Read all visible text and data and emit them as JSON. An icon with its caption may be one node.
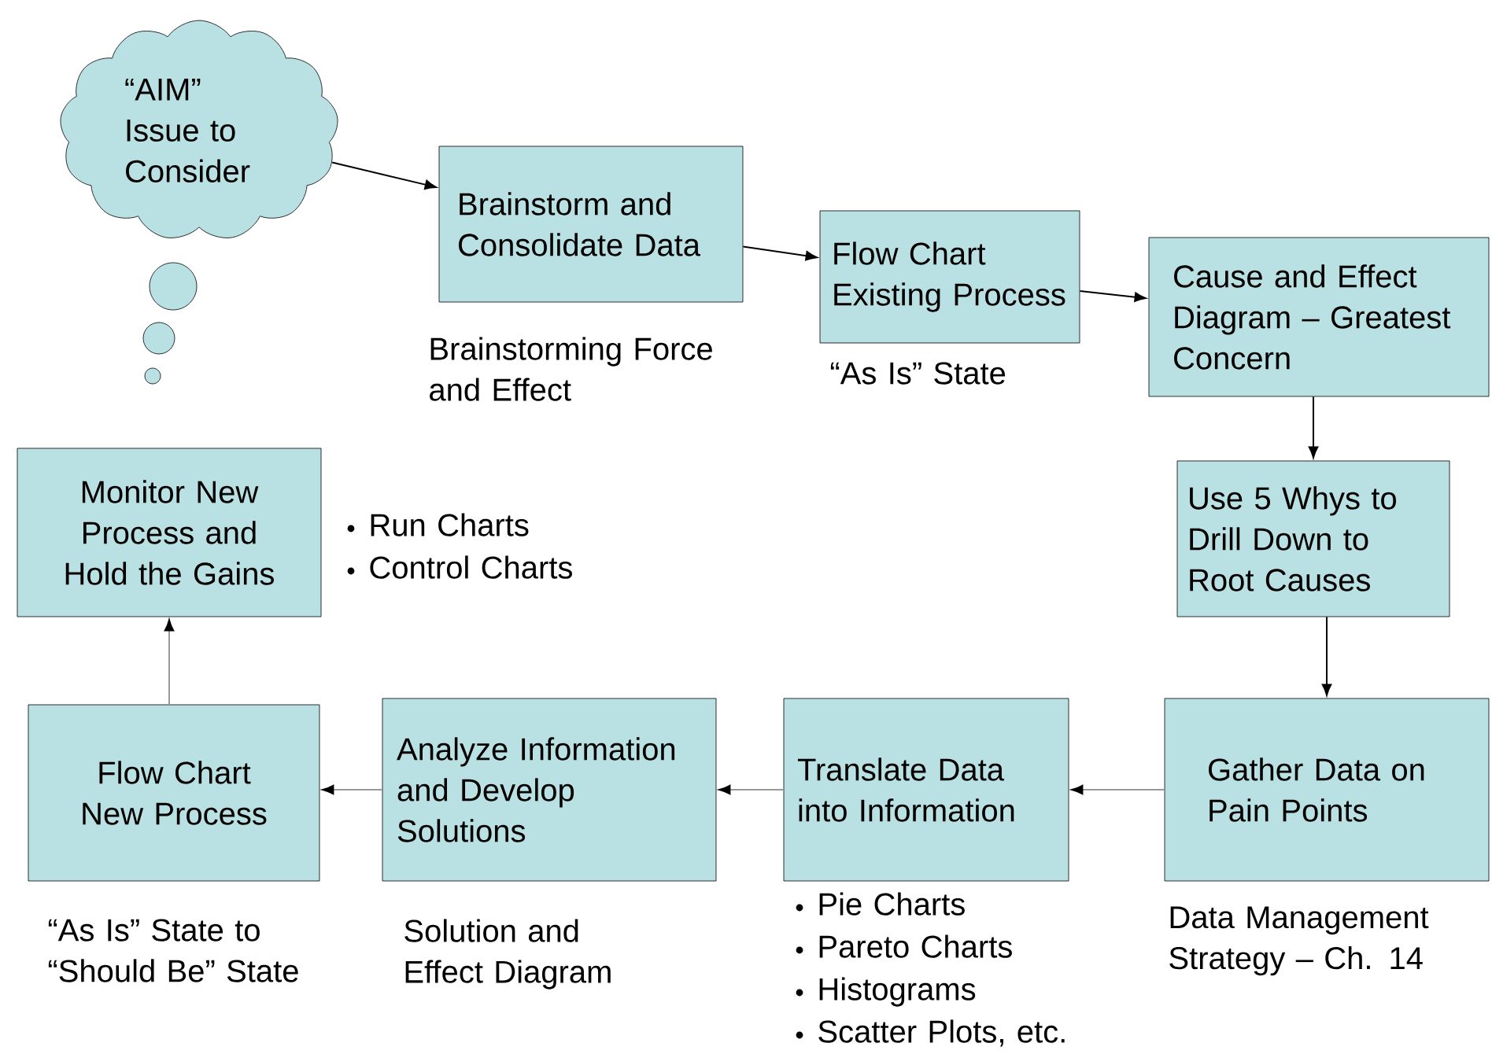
{
  "diagram": {
    "nodes": [
      {
        "text": [
          "“AIM” Issue to Consider"
        ]
      },
      {
        "text": [
          "Brainstorm and Consolidate Data"
        ],
        "beside": [
          "Brainstorming Force and Effect"
        ]
      },
      {
        "text": [
          "Flow Chart Existing Process"
        ],
        "beside": [
          "“As Is” State"
        ]
      },
      {
        "text": [
          "Cause and Effect Diagram – Greatest Concern"
        ]
      },
      {
        "text": [
          "Use 5 Whys to Drill Down to Root Causes"
        ]
      },
      {
        "text": [
          "Gather Data on Pain Points"
        ],
        "beside": [
          "Data Management Strategy – Ch. 14"
        ]
      },
      {
        "text": [
          "Translate Data into Information"
        ],
        "beside": [
          "Pie Charts",
          "Pareto Charts",
          "Histograms",
          "Scatter Plots, etc."
        ]
      },
      {
        "text": [
          "Analyze Information and Develop Solutions"
        ],
        "beside": [
          "Solution and Effect Diagram"
        ]
      },
      {
        "text": [
          "Flow Chart New Process"
        ],
        "beside": [
          "“As Is” State to “Should Be” State"
        ]
      },
      {
        "text": [
          "Monitor New Process and Hold the Gains"
        ],
        "beside": [
          "Run Charts",
          "Control Charts"
        ]
      }
    ],
    "edges": [
      {
        "from": 0,
        "to": 1,
        "arrow": "to"
      },
      {
        "from": 1,
        "to": 2,
        "arrow": "to"
      },
      {
        "from": 2,
        "to": 3,
        "arrow": "to"
      },
      {
        "from": 3,
        "to": 4,
        "arrow": "to"
      },
      {
        "from": 4,
        "to": 5,
        "arrow": "to"
      },
      {
        "from": 5,
        "to": 6,
        "arrow": "to",
        "color": "#999999"
      },
      {
        "from": 6,
        "to": 7,
        "arrow": "to",
        "color": "#999999"
      },
      {
        "from": 7,
        "to": 8,
        "arrow": "to",
        "color": "#999999"
      },
      {
        "from": 8,
        "to": 9,
        "arrow": "to",
        "color": "#999999"
      }
    ]
  }
}
